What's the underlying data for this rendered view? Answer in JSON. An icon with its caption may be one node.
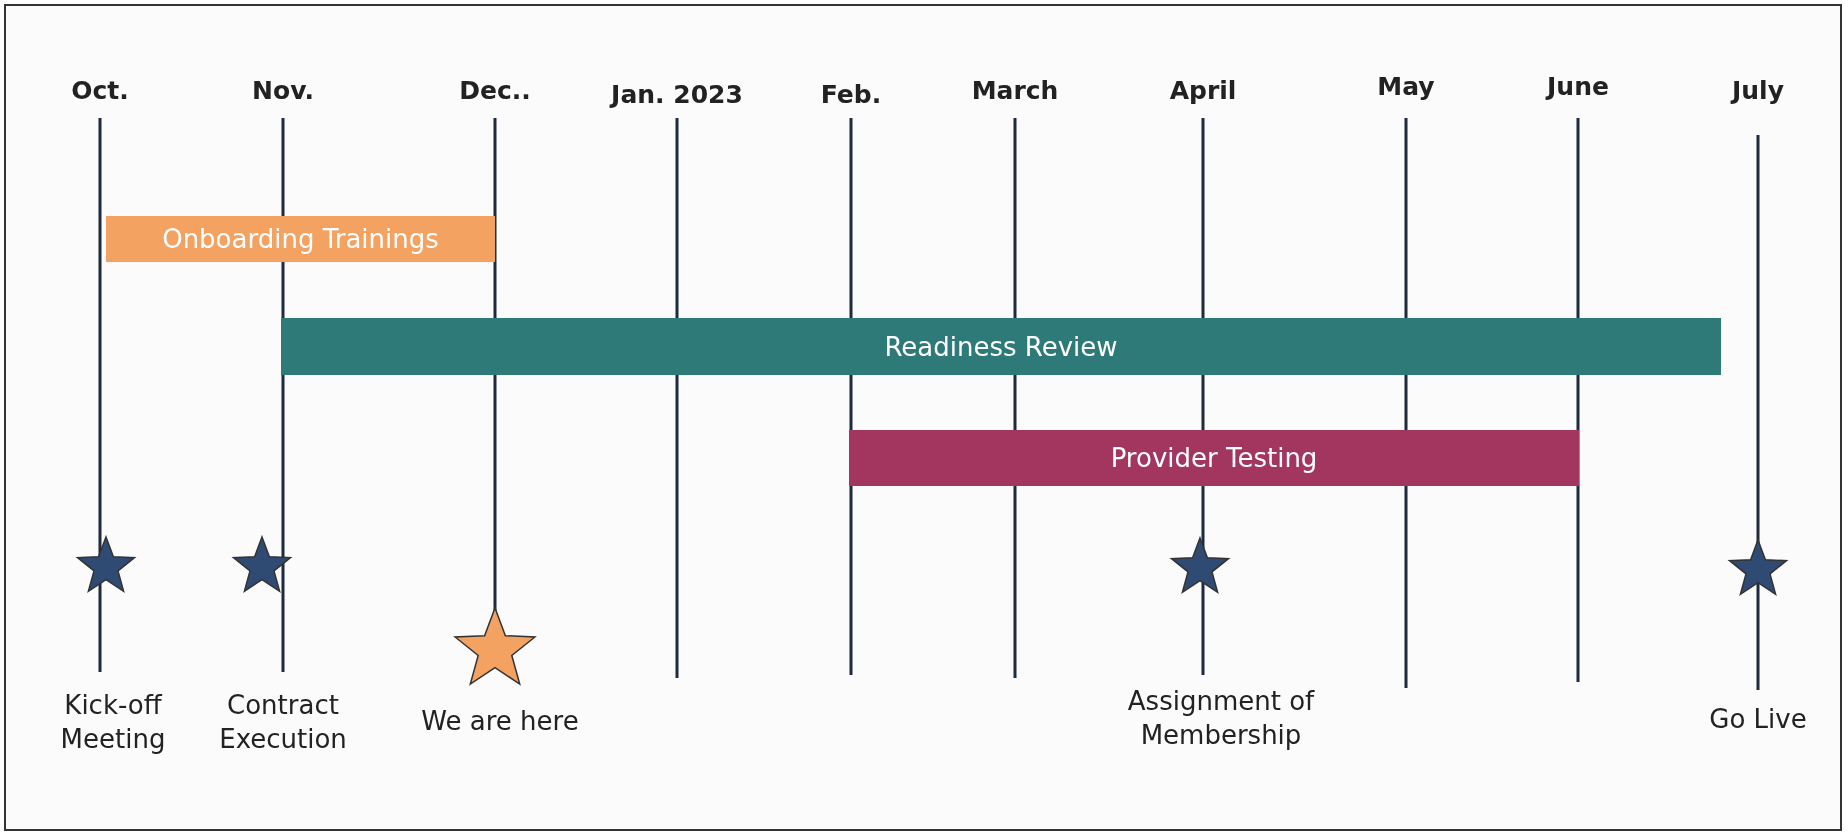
{
  "diagram": {
    "nodes": [
      {
        "text": [
          "Onboarding Trainings"
        ]
      },
      {
        "text": [
          "Readiness Review"
        ]
      },
      {
        "text": [
          "Provider Testing"
        ]
      }
    ],
    "labels": [
      "Oct.",
      "Nov.",
      "Dec..",
      "Jan. 2023",
      "Feb.",
      "March",
      "April",
      "May",
      "June",
      "July",
      "Kick-off Meeting",
      "Contract Execution",
      "We are here",
      "Assignment of Membership",
      "Go Live"
    ]
  }
}
